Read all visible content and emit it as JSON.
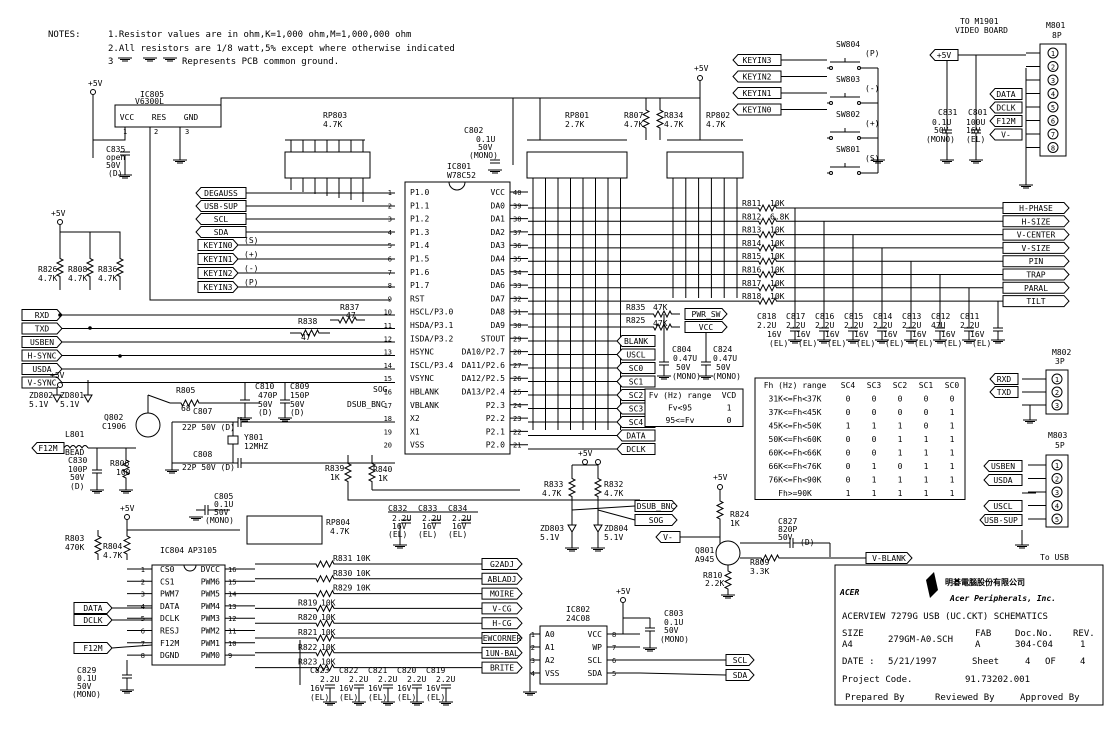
{
  "notes": {
    "title": "NOTES:",
    "line1": "1.Resistor values are in ohm,K=1,000 ohm,M=1,000,000 ohm",
    "line2": "2.All resistors are 1/8 watt,5% except where otherwise indicated",
    "line3": "Represents PCB common ground."
  },
  "ic805": {
    "name": "IC805",
    "part": "V6300L",
    "pins": [
      "VCC",
      "RES",
      "GND"
    ],
    "nums": [
      "1",
      "2",
      "3"
    ]
  },
  "c835": [
    "C835",
    "open",
    "50V",
    "(D)"
  ],
  "rp803": {
    "name": "RP803",
    "val": "4.7K"
  },
  "rp801": {
    "name": "RP801",
    "val": "2.7K"
  },
  "rp802": {
    "name": "RP802",
    "val": "4.7K"
  },
  "rp804": {
    "name": "RP804",
    "val": "4.7K"
  },
  "c802": [
    "C802",
    "0.1U",
    "50V",
    "(MONO)"
  ],
  "ic801": {
    "name": "IC801",
    "part": "W78C52",
    "left": [
      [
        "1",
        "P1.0"
      ],
      [
        "2",
        "P1.1"
      ],
      [
        "3",
        "P1.2"
      ],
      [
        "4",
        "P1.3"
      ],
      [
        "5",
        "P1.4"
      ],
      [
        "6",
        "P1.5"
      ],
      [
        "7",
        "P1.6"
      ],
      [
        "8",
        "P1.7"
      ],
      [
        "9",
        "RST"
      ],
      [
        "10",
        "HSCL/P3.0"
      ],
      [
        "11",
        "HSDA/P3.1"
      ],
      [
        "12",
        "ISDA/P3.2"
      ],
      [
        "13",
        "HSYNC"
      ],
      [
        "14",
        "ISCL/P3.4"
      ],
      [
        "15",
        "VSYNC"
      ],
      [
        "16",
        "HBLANK"
      ],
      [
        "17",
        "VBLANK"
      ],
      [
        "18",
        "X2"
      ],
      [
        "19",
        "X1"
      ],
      [
        "20",
        "VSS"
      ]
    ],
    "right": [
      [
        "40",
        "VCC"
      ],
      [
        "39",
        "DA0"
      ],
      [
        "38",
        "DA1"
      ],
      [
        "37",
        "DA2"
      ],
      [
        "36",
        "DA3"
      ],
      [
        "35",
        "DA4"
      ],
      [
        "34",
        "DA5"
      ],
      [
        "33",
        "DA6"
      ],
      [
        "32",
        "DA7"
      ],
      [
        "31",
        "DA8"
      ],
      [
        "30",
        "DA9"
      ],
      [
        "29",
        "STOUT"
      ],
      [
        "28",
        "DA10/P2.7"
      ],
      [
        "27",
        "DA11/P2.6"
      ],
      [
        "26",
        "DA12/P2.5"
      ],
      [
        "25",
        "DA13/P2.4"
      ],
      [
        "24",
        "P2.3"
      ],
      [
        "23",
        "P2.2"
      ],
      [
        "22",
        "P2.1"
      ],
      [
        "21",
        "P2.0"
      ]
    ]
  },
  "left_ports": [
    "DEGAUSS",
    "USB-SUP",
    "SCL",
    "SDA",
    "KEYIN0",
    "KEYIN1",
    "KEYIN2",
    "KEYIN3"
  ],
  "key_marks": [
    "(S)",
    "(+)",
    "(-)",
    "(P)"
  ],
  "left_ports2": [
    "RXD",
    "TXD",
    "USBEN",
    "H-SYNC",
    "USDA",
    "V-SYNC"
  ],
  "r826": [
    "R826",
    "4.7K"
  ],
  "r808": [
    "R808",
    "4.7K"
  ],
  "r836": [
    "R836",
    "4.7K"
  ],
  "r837": [
    "R837",
    "47"
  ],
  "r838": [
    "R838",
    "47"
  ],
  "plus5v": "+5V",
  "zd802": [
    "ZD802",
    "5.1V"
  ],
  "zd801": [
    "ZD801",
    "5.1V"
  ],
  "q802": [
    "Q802",
    "C1906"
  ],
  "r805": [
    "R805",
    "68"
  ],
  "c807": [
    "C807",
    "22P 50V (D)"
  ],
  "c808": [
    "C808",
    "22P 50V (D)"
  ],
  "c810": [
    "C810",
    "470P",
    "50V",
    "(D)"
  ],
  "c809": [
    "C809",
    "150P",
    "50V",
    "(D)"
  ],
  "y801": [
    "Y801",
    "12MHZ"
  ],
  "f12m": "F12M",
  "l801": [
    "L801",
    "BEAD"
  ],
  "c830": [
    "C830",
    "100P",
    "50V",
    "(D)"
  ],
  "r806": [
    "R806",
    "100"
  ],
  "dsub_bnc": "DSUB_BNC",
  "sog": "SOG",
  "r839": [
    "R839",
    "1K"
  ],
  "r840": [
    "R840",
    "1K"
  ],
  "keyins": [
    "KEYIN3",
    "KEYIN2",
    "KEYIN1",
    "KEYIN0"
  ],
  "switches": [
    [
      "SW804",
      "(P)"
    ],
    [
      "SW803",
      "(-)"
    ],
    [
      "SW802",
      "(+)"
    ],
    [
      "SW801",
      "(S)"
    ]
  ],
  "r807": [
    "R807",
    "4.7K"
  ],
  "r834": [
    "R834",
    "4.7K"
  ],
  "to_video": [
    "TO M1901",
    "VIDEO BOARD"
  ],
  "m801": [
    "M801",
    "8P"
  ],
  "m801_pins": [
    "1",
    "2",
    "3",
    "4",
    "5",
    "6",
    "7",
    "8"
  ],
  "m801_ports": [
    "+5V",
    "DATA",
    "DCLK",
    "F12M",
    "V-"
  ],
  "c831": [
    "C831",
    "0.1U",
    "50V",
    "(MONO)"
  ],
  "c801": [
    "C801",
    "100U",
    "16V",
    "(EL)"
  ],
  "r811_818": [
    [
      "R811",
      "10K"
    ],
    [
      "R812",
      "6.8K"
    ],
    [
      "R813",
      "10K"
    ],
    [
      "R814",
      "10K"
    ],
    [
      "R815",
      "10K"
    ],
    [
      "R816",
      "10K"
    ],
    [
      "R817",
      "10K"
    ],
    [
      "R818",
      "10K"
    ]
  ],
  "right_outs": [
    "H-PHASE",
    "H-SIZE",
    "V-CENTER",
    "V-SIZE",
    "PIN",
    "TRAP",
    "PARAL",
    "TILT"
  ],
  "caps_row": [
    [
      "C818",
      "2.2U",
      "16V",
      "(EL)"
    ],
    [
      "C817",
      "2.2U",
      "16V",
      "(EL)"
    ],
    [
      "C816",
      "2.2U",
      "16V",
      "(EL)"
    ],
    [
      "C815",
      "2.2U",
      "16V",
      "(EL)"
    ],
    [
      "C814",
      "2.2U",
      "16V",
      "(EL)"
    ],
    [
      "C813",
      "2.2U",
      "16V",
      "(EL)"
    ],
    [
      "C812",
      "47U",
      "16V",
      "(EL)"
    ],
    [
      "C811",
      "2.2U",
      "16V",
      "(EL)"
    ]
  ],
  "r835": [
    "R835",
    "47K"
  ],
  "r825": [
    "R825",
    "47K"
  ],
  "pwr_sw": "PWR_SW",
  "vcc": "VCC",
  "c804": [
    "C804",
    "0.47U",
    "50V",
    "(MONO)"
  ],
  "c824": [
    "C824",
    "0.47U",
    "50V",
    "(MONO)"
  ],
  "mid_ports": [
    "BLANK",
    "USCL",
    "SC0",
    "SC1",
    "SC2",
    "SC3",
    "SC4",
    "DATA",
    "DCLK"
  ],
  "fv_table": {
    "headers": [
      "Fv (Hz) range",
      "VCD"
    ],
    "rows": [
      [
        "Fv<95",
        "1"
      ],
      [
        "95<=Fv",
        "0"
      ]
    ]
  },
  "fh_table": {
    "headers": [
      "Fh (Hz) range",
      "SC4",
      "SC3",
      "SC2",
      "SC1",
      "SC0"
    ],
    "rows": [
      [
        "31K<=Fh<37K",
        "0",
        "0",
        "0",
        "0",
        "0"
      ],
      [
        "37K<=Fh<45K",
        "0",
        "0",
        "0",
        "0",
        "1"
      ],
      [
        "45K<=Fh<50K",
        "1",
        "1",
        "1",
        "0",
        "1"
      ],
      [
        "50K<=Fh<60K",
        "0",
        "0",
        "1",
        "1",
        "1"
      ],
      [
        "60K<=Fh<66K",
        "0",
        "0",
        "1",
        "1",
        "1"
      ],
      [
        "66K<=Fh<76K",
        "0",
        "1",
        "0",
        "1",
        "1"
      ],
      [
        "76K<=Fh<90K",
        "0",
        "1",
        "1",
        "1",
        "1"
      ],
      [
        "Fh>=90K",
        "1",
        "1",
        "1",
        "1",
        "1"
      ]
    ]
  },
  "m802": [
    "M802",
    "3P"
  ],
  "m802_ports": [
    "RXD",
    "TXD"
  ],
  "m803": [
    "M803",
    "5P"
  ],
  "m803_ports": [
    "USBEN",
    "USDA",
    "USCL",
    "USB-SUP"
  ],
  "to_usb": "To USB",
  "r833": [
    "R833",
    "4.7K"
  ],
  "r832": [
    "R832",
    "4.7K"
  ],
  "zd803": [
    "ZD803",
    "5.1V"
  ],
  "zd804": [
    "ZD804",
    "5.1V"
  ],
  "dsub_bnc2": "DSUB_BNC",
  "sog2": "SOG",
  "c832_834": [
    [
      "C832",
      "2.2U",
      "16V",
      "(EL)"
    ],
    [
      "C833",
      "2.2U",
      "16V",
      "(EL)"
    ],
    [
      "C834",
      "2.2U",
      "16V",
      "(EL)"
    ]
  ],
  "r824": [
    "R824",
    "1K"
  ],
  "q801": [
    "Q801",
    "A945"
  ],
  "c827": [
    "C827",
    "820P",
    "50V",
    "(D)"
  ],
  "r809": [
    "R809",
    "3.3K"
  ],
  "r810": [
    "R810",
    "2.2K"
  ],
  "vminus": "V-",
  "vblank": "V-BLANK",
  "c805": [
    "C805",
    "0.1U",
    "50V",
    "(MONO)"
  ],
  "ic804": {
    "name": "IC804",
    "part": "AP3105",
    "left": [
      [
        "1",
        "CS0"
      ],
      [
        "2",
        "CS1"
      ],
      [
        "3",
        "PWM7"
      ],
      [
        "4",
        "DATA"
      ],
      [
        "5",
        "DCLK"
      ],
      [
        "6",
        "RESJ"
      ],
      [
        "7",
        "F12M"
      ],
      [
        "8",
        "DGND"
      ]
    ],
    "right": [
      [
        "16",
        "DVCC"
      ],
      [
        "15",
        "PWM6"
      ],
      [
        "14",
        "PWM5"
      ],
      [
        "13",
        "PWM4"
      ],
      [
        "12",
        "PWM3"
      ],
      [
        "11",
        "PWM2"
      ],
      [
        "10",
        "PWM1"
      ],
      [
        "9",
        "PWM0"
      ]
    ]
  },
  "r803": [
    "R803",
    "470K"
  ],
  "r804": [
    "R804",
    "4.7K"
  ],
  "ic804_ports": [
    "DATA",
    "DCLK",
    "F12M"
  ],
  "c829": [
    "C829",
    "0.1U",
    "50V",
    "(MONO)"
  ],
  "r819_831": [
    [
      "R831",
      "10K"
    ],
    [
      "R830",
      "10K"
    ],
    [
      "R829",
      "10K"
    ],
    [
      "R819",
      "10K"
    ],
    [
      "R820",
      "10K"
    ],
    [
      "R821",
      "10K"
    ],
    [
      "R822",
      "10K"
    ],
    [
      "R823",
      "10K"
    ]
  ],
  "bottom_outs": [
    "G2ADJ",
    "ABLADJ",
    "MOIRE",
    "V-CG",
    "H-CG",
    "EWCORNER",
    "1UN-BAL",
    "BRITE"
  ],
  "caps_bottom": [
    [
      "C823",
      "2.2U",
      "16V",
      "(EL)"
    ],
    [
      "C822",
      "2.2U",
      "16V",
      "(EL)"
    ],
    [
      "C821",
      "2.2U",
      "16V",
      "(EL)"
    ],
    [
      "C820",
      "2.2U",
      "16V",
      "(EL)"
    ],
    [
      "C819",
      "2.2U",
      "16V",
      "(EL)"
    ]
  ],
  "ic802": {
    "name": "IC802",
    "part": "24C08",
    "left": [
      [
        "1",
        "A0"
      ],
      [
        "2",
        "A1"
      ],
      [
        "3",
        "A2"
      ],
      [
        "4",
        "VSS"
      ]
    ],
    "right": [
      [
        "8",
        "VCC"
      ],
      [
        "7",
        "WP"
      ],
      [
        "6",
        "SCL"
      ],
      [
        "5",
        "SDA"
      ]
    ]
  },
  "c803": [
    "C803",
    "0.1U",
    "50V",
    "(MONO)"
  ],
  "eeprom_ports": [
    "SCL",
    "SDA"
  ],
  "title_block": {
    "logo": "ACER",
    "chinese": "明碁電腦股份有限公司",
    "company": "Acer Peripherals, Inc.",
    "title": "ACERVIEW  7279G USB (UC.CKT) SCHEMATICS",
    "size_label": "SIZE",
    "size": "A4",
    "file": "279GM-A0.SCH",
    "fab_label": "FAB",
    "fab": "A",
    "doc_label": "Doc.No.",
    "doc": "304-C04",
    "rev_label": "REV.",
    "rev": "1",
    "date_label": "DATE :",
    "date": "5/21/1997",
    "sheet_label": "Sheet",
    "sheet": "4",
    "of": "OF",
    "total": "4",
    "project_label": "Project Code.",
    "project": "91.73202.001",
    "prepared": "Prepared By",
    "reviewed": "Reviewed By",
    "approved": "Approved By"
  }
}
